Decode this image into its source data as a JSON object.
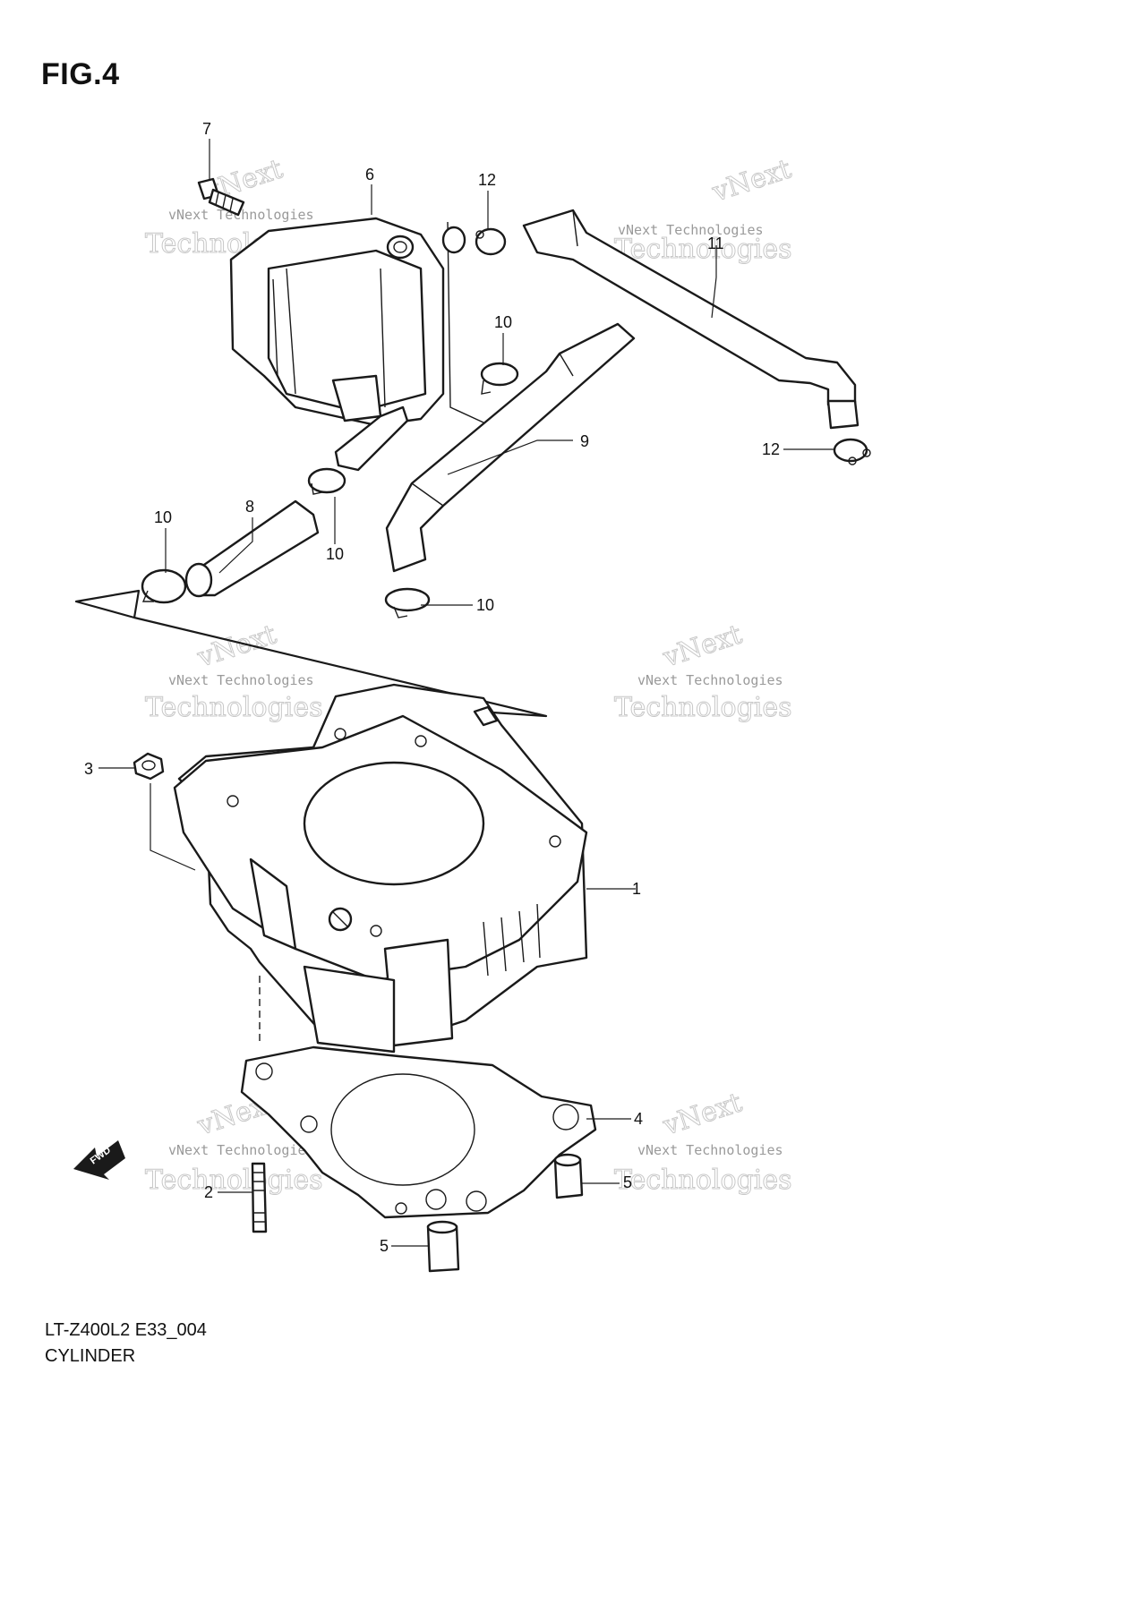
{
  "figure": {
    "title": "FIG.4"
  },
  "footer": {
    "model_code": "LT-Z400L2 E33_004",
    "part_name": "CYLINDER"
  },
  "watermark": {
    "line1": "vNext Technologies",
    "line2": "Technologies",
    "line3": "vNext"
  },
  "fwd_label": "FWD",
  "callouts": {
    "c1": "1",
    "c2": "2",
    "c3": "3",
    "c4": "4",
    "c5a": "5",
    "c5b": "5",
    "c6": "6",
    "c7": "7",
    "c8": "8",
    "c9": "9",
    "c10a": "10",
    "c10b": "10",
    "c10c": "10",
    "c10d": "10",
    "c11": "11",
    "c12a": "12",
    "c12b": "12"
  }
}
